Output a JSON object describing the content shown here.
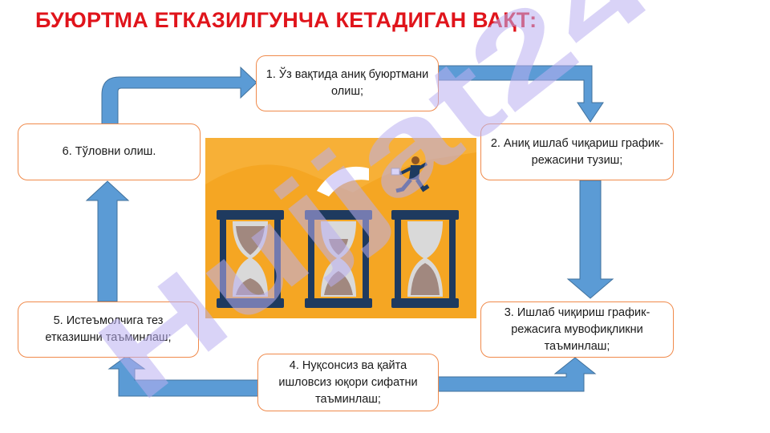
{
  "title": "БУЮРТМА ЕТКАЗИЛГУНЧА КЕТАДИГАН ВАҚТ:",
  "steps": [
    {
      "text": "1. Ўз вақтида аниқ буюртмани олиш;"
    },
    {
      "text": "2. Аниқ ишлаб чиқариш график-режасини тузиш;"
    },
    {
      "text": "3. Ишлаб чиқириш график-режасига мувофиқликни таъминлаш;"
    },
    {
      "text": "4. Нуқсонсиз ва қайта ишловсиз юқори сифатни таъминлаш;"
    },
    {
      "text": "5. Истеъмолчига тез етказишни таъминлаш;"
    },
    {
      "text": "6. Тўловни олиш."
    }
  ],
  "watermark": "Hujjat24",
  "colors": {
    "title": "#e0141b",
    "box_border": "#f08a4b",
    "arrow": "#5b9bd5",
    "arrow_edge": "#41719c",
    "illustration_bg": "#f5a623"
  }
}
